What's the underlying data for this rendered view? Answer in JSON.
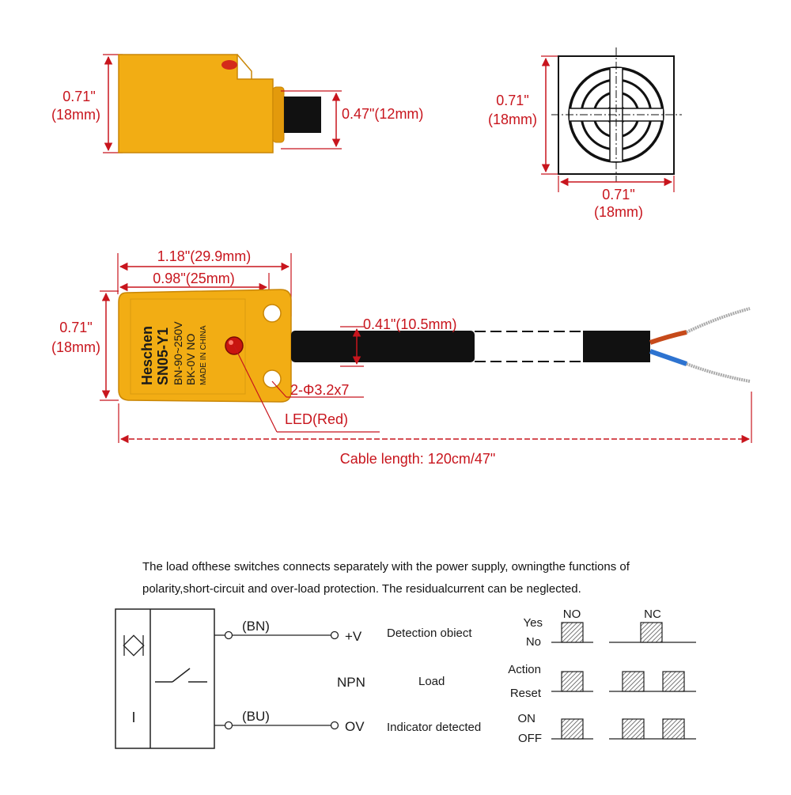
{
  "colors": {
    "dimension": "#c8151d",
    "sensor_body": "#f2ad14",
    "sensor_edge": "#c98606",
    "cable": "#111111",
    "wire_brown": "#c64a1a",
    "wire_blue": "#2d73d0",
    "hatch": "#555555"
  },
  "top_left_view": {
    "height_label_1": "0.71\"",
    "height_label_2": "(18mm)",
    "cable_label": "0.47\"(12mm)"
  },
  "top_right_view": {
    "height_label_1": "0.71\"",
    "height_label_2": "(18mm)",
    "width_label_1": "0.71\"",
    "width_label_2": "(18mm)"
  },
  "side_view": {
    "length_total": "1.18\"(29.9mm)",
    "length_holes": "0.98\"(25mm)",
    "height_label_1": "0.71\"",
    "height_label_2": "(18mm)",
    "cable_dia": "0.41\"(10.5mm)",
    "holes": "2-Φ3.2x7",
    "led": "LED(Red)",
    "cable_length": "Cable length: 120cm/47\""
  },
  "sensor_print": {
    "brand": "Heschen",
    "model": "SN05-Y1",
    "line1": "BN-90~250V",
    "line2": "BK-0V   NO",
    "line3": "MADE IN CHINA"
  },
  "description": {
    "line1": "The load ofthese switches connects separately with the power supply, owningthe functions of",
    "line2": "polarity,short-circuit and over-load protection. The residualcurrent can be neglected."
  },
  "wiring": {
    "bn": "(BN)",
    "bu": "(BU)",
    "vplus": "+V",
    "ov": "OV",
    "npn": "NPN",
    "switch_symbol": "I"
  },
  "timing": {
    "col_no": "NO",
    "col_nc": "NC",
    "rows": [
      {
        "label": "Detection obiect",
        "top": "Yes",
        "bottom": "No"
      },
      {
        "label": "Load",
        "top": "Action",
        "bottom": "Reset"
      },
      {
        "label": "Indicator detected",
        "top": "ON",
        "bottom": "OFF"
      }
    ]
  }
}
